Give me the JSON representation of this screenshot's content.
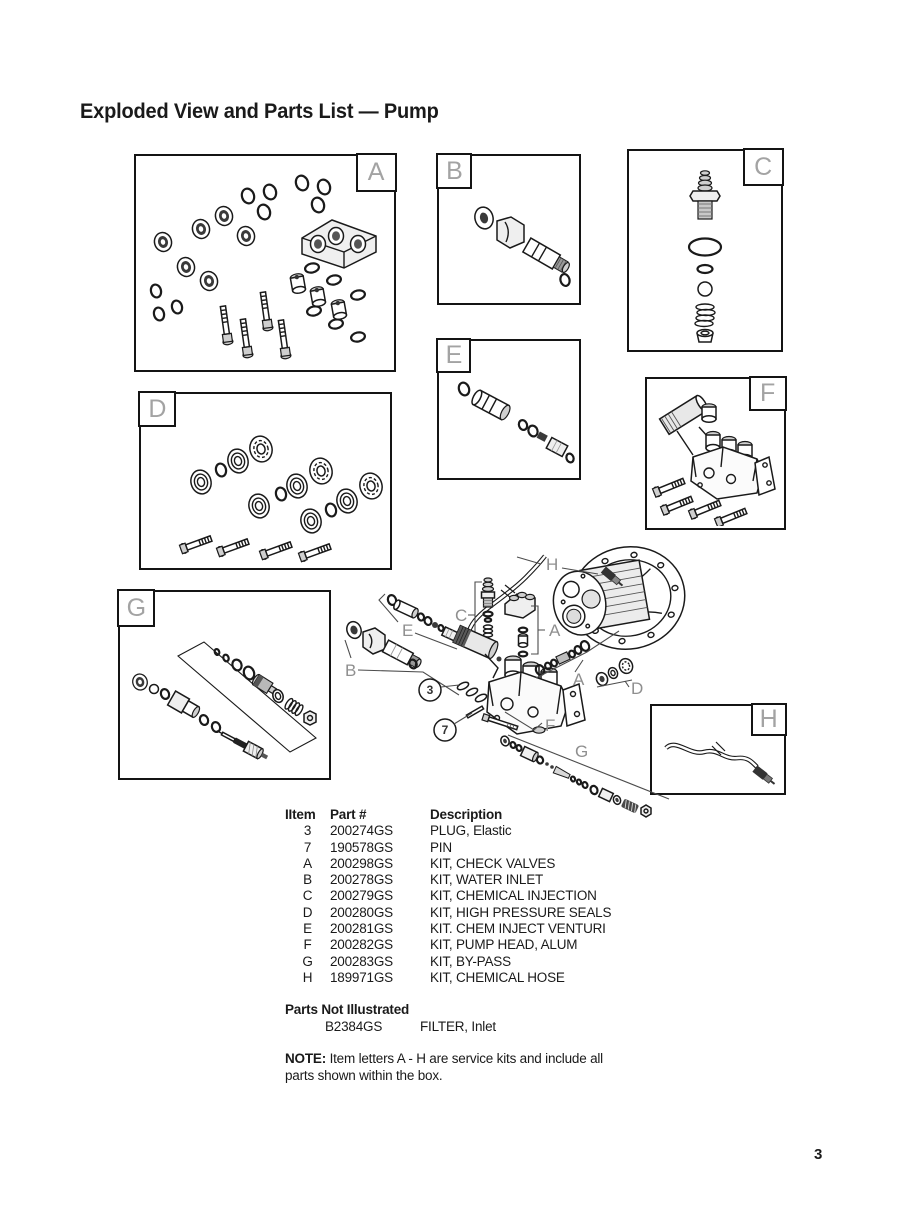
{
  "page": {
    "title": "Exploded View and Parts List — Pump",
    "page_number": "3"
  },
  "kit_boxes": [
    {
      "label": "A"
    },
    {
      "label": "B"
    },
    {
      "label": "C"
    },
    {
      "label": "D"
    },
    {
      "label": "E"
    },
    {
      "label": "F"
    },
    {
      "label": "G"
    },
    {
      "label": "H"
    }
  ],
  "diagram": {
    "callouts": [
      {
        "label": "H"
      },
      {
        "label": "C"
      },
      {
        "label": "A"
      },
      {
        "label": "E"
      },
      {
        "label": "B"
      },
      {
        "label": "A"
      },
      {
        "label": "D"
      },
      {
        "label": "3"
      },
      {
        "label": "7"
      },
      {
        "label": "F"
      },
      {
        "label": "G"
      }
    ]
  },
  "parts_table": {
    "headers": [
      "IItem",
      "Part #",
      "Description"
    ],
    "rows": [
      {
        "item": "3",
        "part": "200274GS",
        "description": "PLUG, Elastic"
      },
      {
        "item": "7",
        "part": "190578GS",
        "description": "PIN"
      },
      {
        "item": "A",
        "part": "200298GS",
        "description": "KIT, CHECK VALVES"
      },
      {
        "item": "B",
        "part": "200278GS",
        "description": "KIT, WATER INLET"
      },
      {
        "item": "C",
        "part": "200279GS",
        "description": "KIT, CHEMICAL INJECTION"
      },
      {
        "item": "D",
        "part": "200280GS",
        "description": "KIT, HIGH PRESSURE SEALS"
      },
      {
        "item": "E",
        "part": "200281GS",
        "description": "KIT. CHEM INJECT VENTURI"
      },
      {
        "item": "F",
        "part": "200282GS",
        "description": "KIT, PUMP HEAD, ALUM"
      },
      {
        "item": "G",
        "part": "200283GS",
        "description": "KIT, BY-PASS"
      },
      {
        "item": "H",
        "part": "189971GS",
        "description": "KIT, CHEMICAL HOSE"
      }
    ]
  },
  "parts_not_illustrated": {
    "heading": "Parts Not Illustrated",
    "rows": [
      {
        "part": "B2384GS",
        "description": "FILTER, Inlet"
      }
    ]
  },
  "note": {
    "label": "NOTE:",
    "text": "Item letters A - H are service kits and include all parts shown within the box."
  },
  "colors": {
    "ink": "#1a1a1a",
    "callout_gray": "#8f8f8f"
  }
}
